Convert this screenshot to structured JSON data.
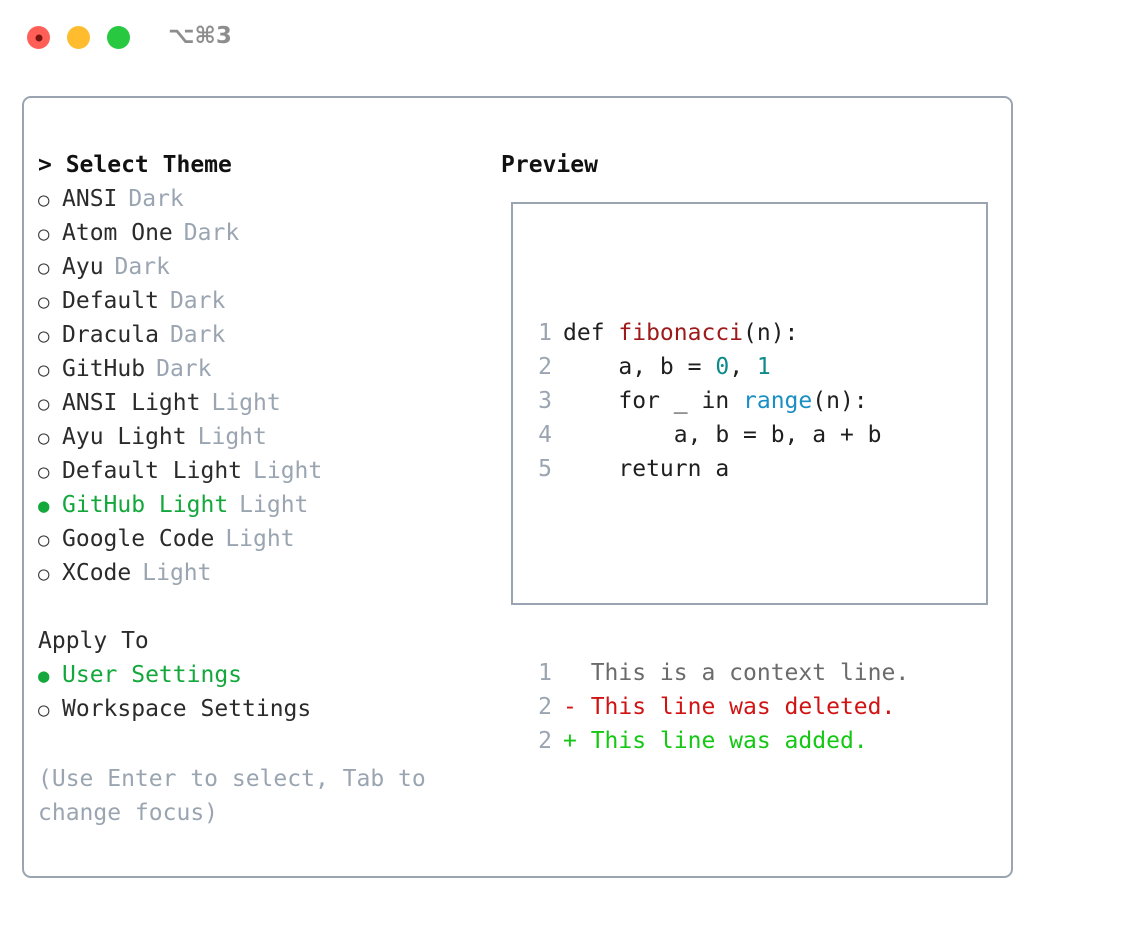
{
  "window": {
    "title": "⌥⌘3",
    "traffic_lights": [
      "close-button",
      "minimize-button",
      "maximize-button"
    ]
  },
  "colors": {
    "accent_green": "#14a83c",
    "muted": "#9aa5b1",
    "text": "#2b2b2b",
    "diff_add": "#14c814",
    "diff_del": "#d01414",
    "fn_red": "#9e1a1a",
    "num_teal": "#0d8a8a",
    "call_blue": "#1a8fc4"
  },
  "theme_panel": {
    "heading": "> Select Theme",
    "options": [
      {
        "name": "ANSI",
        "category": "Dark",
        "selected": false,
        "bullet": "○"
      },
      {
        "name": "Atom One",
        "category": "Dark",
        "selected": false,
        "bullet": "○"
      },
      {
        "name": "Ayu",
        "category": "Dark",
        "selected": false,
        "bullet": "○"
      },
      {
        "name": "Default",
        "category": "Dark",
        "selected": false,
        "bullet": "○"
      },
      {
        "name": "Dracula",
        "category": "Dark",
        "selected": false,
        "bullet": "○"
      },
      {
        "name": "GitHub",
        "category": "Dark",
        "selected": false,
        "bullet": "○"
      },
      {
        "name": "ANSI Light",
        "category": "Light",
        "selected": false,
        "bullet": "○"
      },
      {
        "name": "Ayu Light",
        "category": "Light",
        "selected": false,
        "bullet": "○"
      },
      {
        "name": "Default Light",
        "category": "Light",
        "selected": false,
        "bullet": "○"
      },
      {
        "name": "GitHub Light",
        "category": "Light",
        "selected": true,
        "bullet": "●"
      },
      {
        "name": "Google Code",
        "category": "Light",
        "selected": false,
        "bullet": "○"
      },
      {
        "name": "XCode",
        "category": "Light",
        "selected": false,
        "bullet": "○"
      }
    ]
  },
  "apply_to": {
    "heading": "Apply To",
    "options": [
      {
        "name": "User Settings",
        "selected": true,
        "bullet": "●"
      },
      {
        "name": "Workspace Settings",
        "selected": false,
        "bullet": "○"
      }
    ]
  },
  "hint": "(Use Enter to select, Tab to change focus)",
  "preview": {
    "heading": "Preview",
    "code_lines": [
      {
        "num": "1",
        "tokens": [
          {
            "t": "def ",
            "c": "plain"
          },
          {
            "t": "fibonacci",
            "c": "fn"
          },
          {
            "t": "(n):",
            "c": "plain"
          }
        ]
      },
      {
        "num": "2",
        "tokens": [
          {
            "t": "    a, b = ",
            "c": "plain"
          },
          {
            "t": "0",
            "c": "num"
          },
          {
            "t": ", ",
            "c": "plain"
          },
          {
            "t": "1",
            "c": "num"
          }
        ]
      },
      {
        "num": "3",
        "tokens": [
          {
            "t": "    for _ in ",
            "c": "plain"
          },
          {
            "t": "range",
            "c": "call"
          },
          {
            "t": "(n):",
            "c": "plain"
          }
        ]
      },
      {
        "num": "4",
        "tokens": [
          {
            "t": "        a, b = b, a + b",
            "c": "plain"
          }
        ]
      },
      {
        "num": "5",
        "tokens": [
          {
            "t": "    return a",
            "c": "plain"
          }
        ]
      }
    ],
    "diff_lines": [
      {
        "num": "1",
        "text": "  This is a context line.",
        "kind": "ctx"
      },
      {
        "num": "2",
        "text": "- This line was deleted.",
        "kind": "del"
      },
      {
        "num": "2",
        "text": "+ This line was added.",
        "kind": "add"
      }
    ]
  }
}
